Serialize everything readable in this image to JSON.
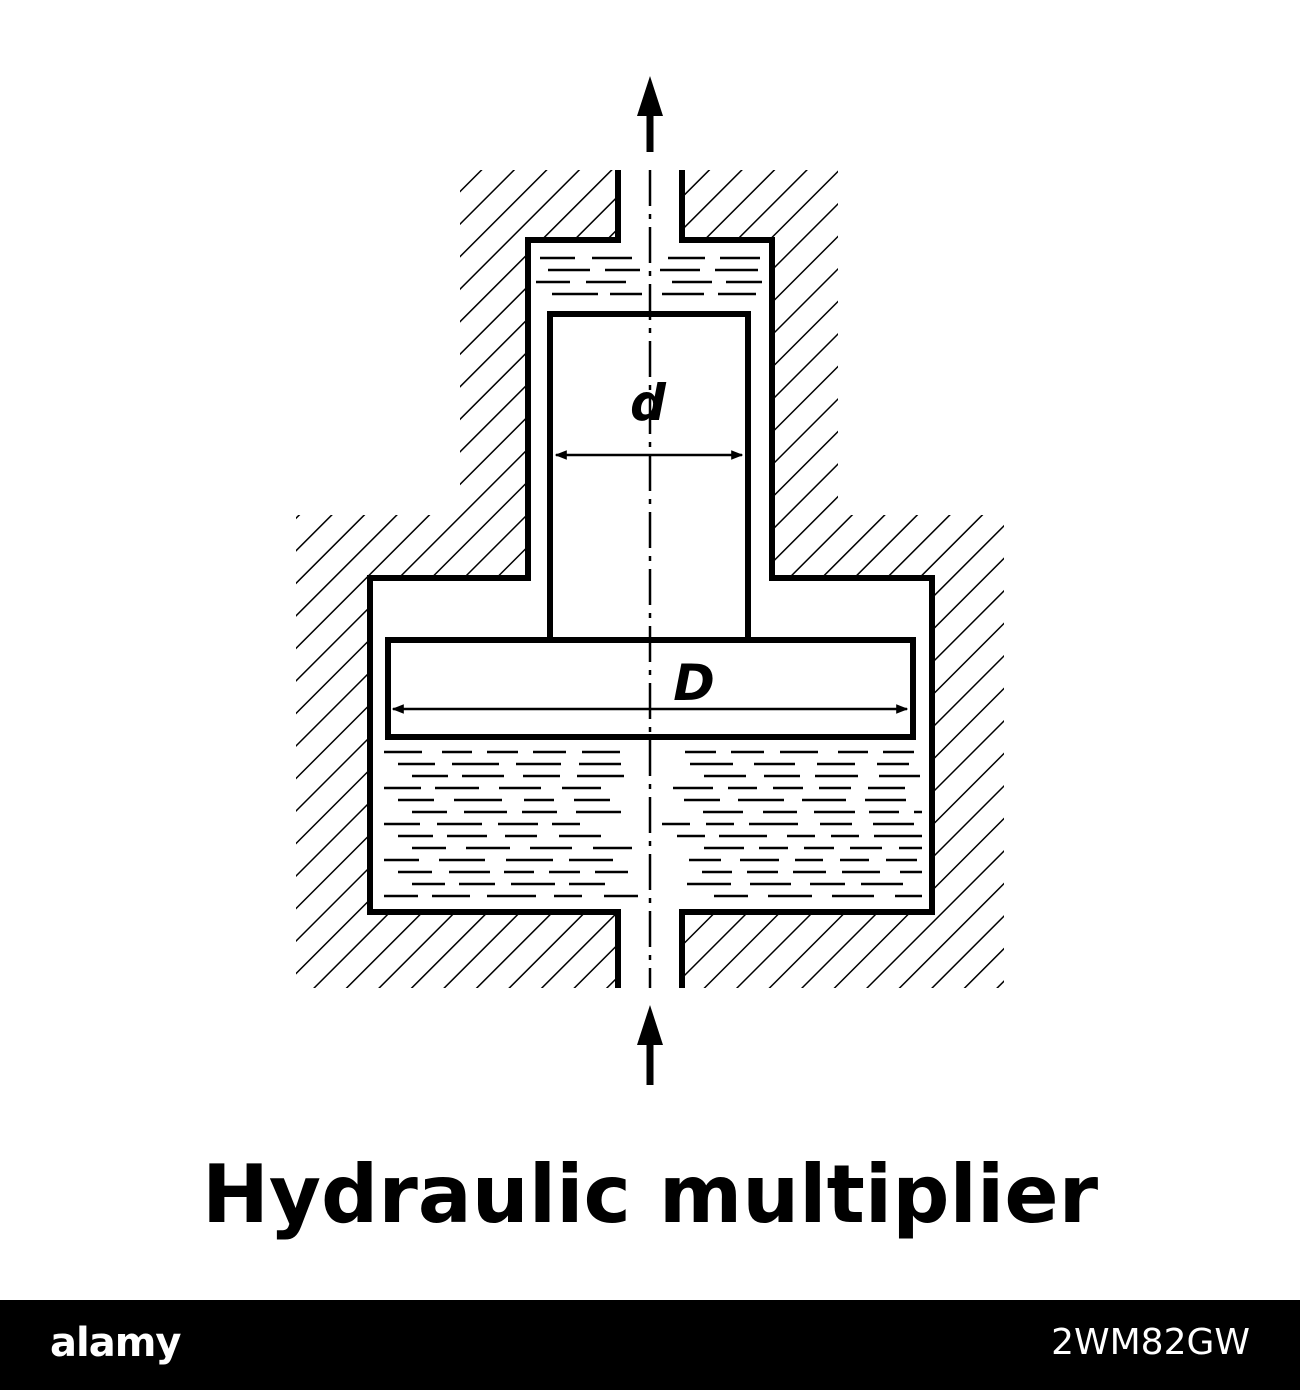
{
  "caption": "Hydraulic multiplier",
  "labels": {
    "small_diameter": "d",
    "large_diameter": "D"
  },
  "footer": {
    "brand": "alamy",
    "image_code": "2WM82GW"
  },
  "colors": {
    "line": "#000000",
    "background": "#ffffff",
    "footer": "#000000"
  }
}
